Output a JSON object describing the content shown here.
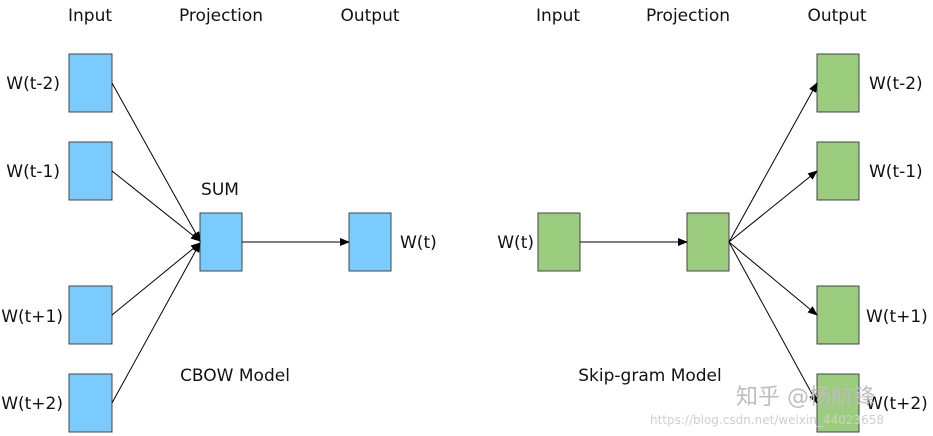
{
  "colors": {
    "cbow_box": "#7acbff",
    "skip_box": "#9ccc7e",
    "stroke": "#444444",
    "arrow": "#000000"
  },
  "cbow": {
    "header_input": "Input",
    "header_projection": "Projection",
    "header_output": "Output",
    "inputs": [
      "W(t-2)",
      "W(t-1)",
      "W(t+1)",
      "W(t+2)"
    ],
    "sum_label": "SUM",
    "output": "W(t)",
    "model_label": "CBOW Model"
  },
  "skipgram": {
    "header_input": "Input",
    "header_projection": "Projection",
    "header_output": "Output",
    "input": "W(t)",
    "outputs": [
      "W(t-2)",
      "W(t-1)",
      "W(t+1)",
      "W(t+2)"
    ],
    "model_label": "Skip-gram Model"
  },
  "watermark": {
    "text": "知乎 @杨航锋",
    "url": "https://blog.csdn.net/weixin_44023658"
  }
}
